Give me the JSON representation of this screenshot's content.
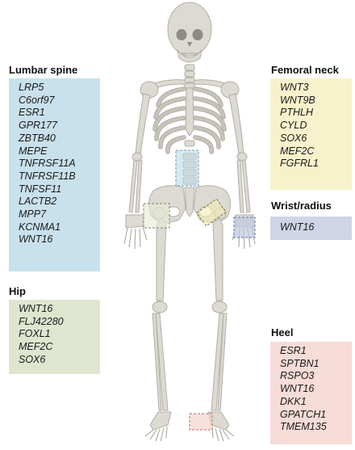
{
  "regions": {
    "lumbar_spine": {
      "title": "Lumbar spine",
      "color": "#c9e1ec",
      "genes": [
        "LRP5",
        "C6orf97",
        "ESR1",
        "GPR177",
        "ZBTB40",
        "MEPE",
        "TNFRSF11A",
        "TNFRSF11B",
        "TNFSF11",
        "LACTB2",
        "MPP7",
        "KCNMA1",
        "WNT16"
      ]
    },
    "hip": {
      "title": "Hip",
      "color": "#dfe6d0",
      "genes": [
        "WNT16",
        "FLJ42280",
        "FOXL1",
        "MEF2C",
        "SOX6"
      ]
    },
    "femoral_neck": {
      "title": "Femoral neck",
      "color": "#f7f2cc",
      "genes": [
        "WNT3",
        "WNT9B",
        "PTHLH",
        "CYLD",
        "SOX6",
        "MEF2C",
        "FGFRL1"
      ]
    },
    "wrist_radius": {
      "title": "Wrist/radius",
      "color": "#cfd5e6",
      "genes": [
        "WNT16"
      ]
    },
    "heel": {
      "title": "Heel",
      "color": "#f7dcd8",
      "genes": [
        "ESR1",
        "SPTBN1",
        "RSPO3",
        "WNT16",
        "DKK1",
        "GPATCH1",
        "TMEM135"
      ]
    }
  }
}
